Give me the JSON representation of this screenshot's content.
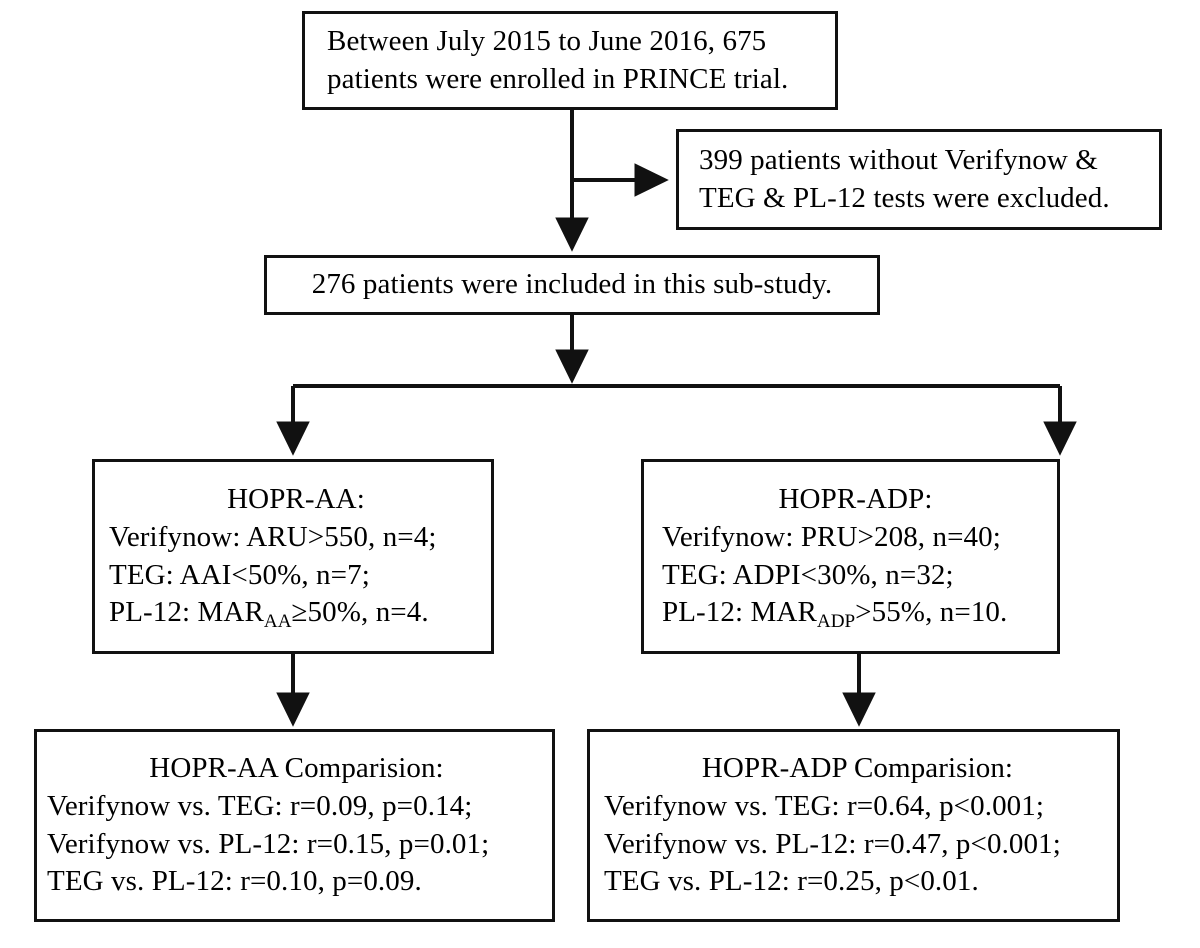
{
  "figure": {
    "type": "flowchart",
    "title": "PRINCE trial sub-study patient flow",
    "line_color": "#111111",
    "background_color": "#ffffff",
    "text_color": "#000000"
  },
  "nodes": {
    "enrollment": {
      "id": "enrollment",
      "lines": [
        "Between July 2015 to June 2016, 675",
        "patients were enrolled in PRINCE trial."
      ]
    },
    "excluded": {
      "id": "excluded",
      "lines": [
        "399 patients without Verifynow &",
        "TEG & PL-12 tests were excluded."
      ]
    },
    "substudy": {
      "id": "substudy",
      "lines": [
        "276 patients were included in this sub-study."
      ]
    },
    "hopr_aa": {
      "id": "hopr-aa",
      "heading": "HOPR-AA:",
      "rows": [
        {
          "prefix": "Verifynow: ARU>550, n=4;",
          "base": "",
          "sub": "",
          "suffix": ""
        },
        {
          "prefix": "TEG: AAI<50%, n=7;",
          "base": "",
          "sub": "",
          "suffix": ""
        },
        {
          "prefix": "PL-12: ",
          "base": "MAR",
          "sub": "AA",
          "suffix": "≥50%, n=4."
        }
      ]
    },
    "hopr_adp": {
      "id": "hopr-adp",
      "heading": "HOPR-ADP:",
      "rows": [
        {
          "prefix": "Verifynow: PRU>208, n=40;",
          "base": "",
          "sub": "",
          "suffix": ""
        },
        {
          "prefix": "TEG: ADPI<30%, n=32;",
          "base": "",
          "sub": "",
          "suffix": ""
        },
        {
          "prefix": "PL-12: ",
          "base": "MAR",
          "sub": "ADP",
          "suffix": ">55%, n=10."
        }
      ]
    },
    "comparison_aa": {
      "id": "comparison-aa",
      "heading": "HOPR-AA Comparision:",
      "lines": [
        "Verifynow vs. TEG: r=0.09, p=0.14;",
        "Verifynow vs. PL-12: r=0.15, p=0.01;",
        "TEG vs. PL-12: r=0.10, p=0.09."
      ]
    },
    "comparison_adp": {
      "id": "comparison-adp",
      "heading": "HOPR-ADP Comparision:",
      "lines": [
        "Verifynow vs. TEG: r=0.64, p<0.001;",
        "Verifynow vs. PL-12: r=0.47, p<0.001;",
        "TEG vs. PL-12: r=0.25, p<0.01."
      ]
    }
  },
  "flow_data": {
    "enrolled_total": 675,
    "enrollment_period": "July 2015 to June 2016",
    "trial_name": "PRINCE",
    "excluded_count": 399,
    "excluded_reason": "without Verifynow & TEG & PL-12 tests",
    "included_count": 276,
    "hopr_aa_definitions": [
      {
        "assay": "Verifynow",
        "metric": "ARU",
        "threshold": ">550",
        "n": 4
      },
      {
        "assay": "TEG",
        "metric": "AAI",
        "threshold": "<50%",
        "n": 7
      },
      {
        "assay": "PL-12",
        "metric": "MAR(AA)",
        "threshold": "≥50%",
        "n": 4
      }
    ],
    "hopr_adp_definitions": [
      {
        "assay": "Verifynow",
        "metric": "PRU",
        "threshold": ">208",
        "n": 40
      },
      {
        "assay": "TEG",
        "metric": "ADPI",
        "threshold": "<30%",
        "n": 32
      },
      {
        "assay": "PL-12",
        "metric": "MAR(ADP)",
        "threshold": ">55%",
        "n": 10
      }
    ],
    "hopr_aa_correlations": [
      {
        "pair": "Verifynow vs. TEG",
        "r": 0.09,
        "p": "0.14"
      },
      {
        "pair": "Verifynow vs. PL-12",
        "r": 0.15,
        "p": "0.01"
      },
      {
        "pair": "TEG vs. PL-12",
        "r": 0.1,
        "p": "0.09"
      }
    ],
    "hopr_adp_correlations": [
      {
        "pair": "Verifynow vs. TEG",
        "r": 0.64,
        "p": "<0.001"
      },
      {
        "pair": "Verifynow vs. PL-12",
        "r": 0.47,
        "p": "<0.001"
      },
      {
        "pair": "TEG vs. PL-12",
        "r": 0.25,
        "p": "<0.01"
      }
    ]
  }
}
